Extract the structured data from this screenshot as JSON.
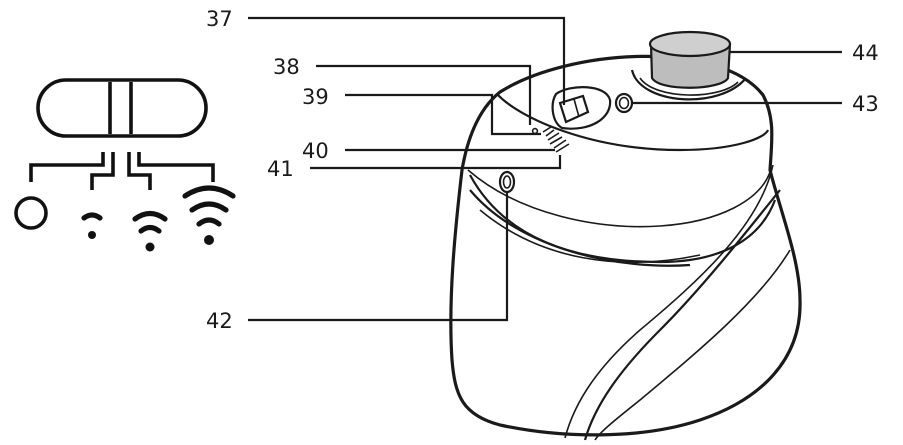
{
  "callouts": {
    "c37": "37",
    "c38": "38",
    "c39": "39",
    "c40": "40",
    "c41": "41",
    "c42": "42",
    "c43": "43",
    "c44": "44"
  },
  "selector_legend": {
    "positions": [
      "off-icon",
      "wave-low-icon",
      "wave-medium-icon",
      "wave-high-icon"
    ]
  }
}
